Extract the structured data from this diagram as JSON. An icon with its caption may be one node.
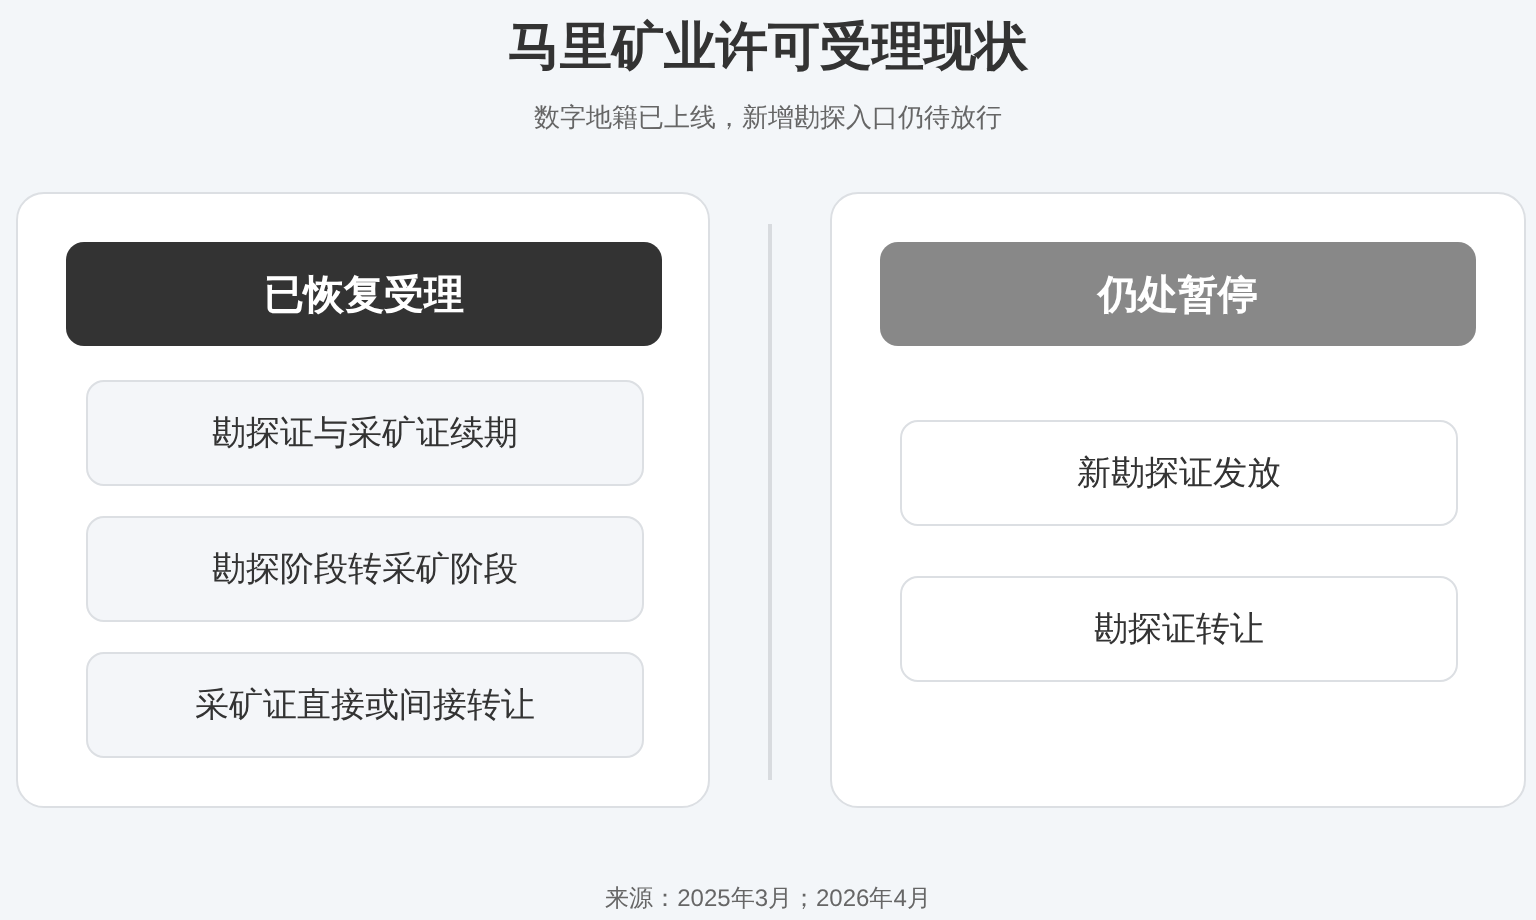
{
  "diagram": {
    "title": "马里矿业许可受理现状",
    "nodes": [
      {
        "text": [],
        "shape": "box"
      },
      {
        "text": [
          "已恢复受理"
        ],
        "in": 0
      },
      {
        "text": [
          "勘探证与采矿证续期"
        ],
        "in": 0
      },
      {
        "text": [
          "勘探阶段转采矿阶段"
        ],
        "in": 0
      },
      {
        "text": [
          "采矿证直接或间接转让"
        ],
        "in": 0
      },
      {
        "text": [],
        "shape": "box"
      },
      {
        "text": [
          "仍处暂停"
        ],
        "in": 5
      },
      {
        "text": [
          "新勘探证发放"
        ],
        "in": 5
      },
      {
        "text": [
          "勘探证转让"
        ],
        "in": 5
      }
    ],
    "edges": [],
    "labels": [
      "数字地籍已上线，新增勘探入口仍待放行",
      "来源：2025年3月；2026年4月"
    ]
  }
}
